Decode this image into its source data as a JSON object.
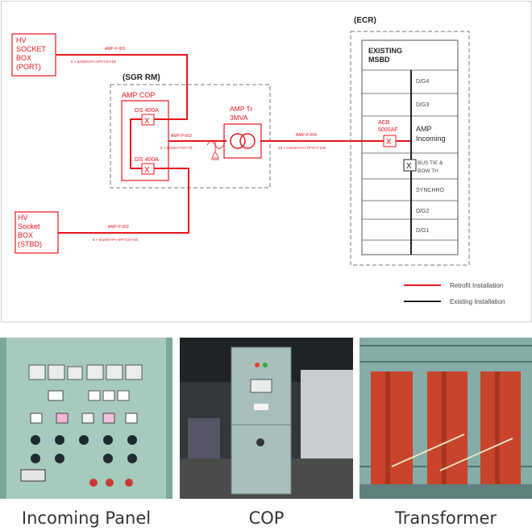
{
  "diagram": {
    "hv_port": [
      "HV",
      "SOCKET",
      "BOX",
      "(PORT)"
    ],
    "hv_stbd": [
      "HV",
      "Socket",
      "BOX",
      "(STBD)"
    ],
    "sgr_rm": "(SGR RM)",
    "ecr": "(ECR)",
    "amp_cop": "AMP COP",
    "ds_top": "DS 400A",
    "ds_bottom": "DS 400A",
    "amp_tr": [
      "AMP Tr",
      "3MVA"
    ],
    "existing_msbd": [
      "EXISTING",
      "MSBD"
    ],
    "acb": [
      "ACB",
      "5000AF"
    ],
    "amp_incoming": [
      "AMP",
      "Incoming"
    ],
    "bus_tie": [
      "BUS TIE &",
      "BOW TH"
    ],
    "panels": {
      "dg4": "D/G4",
      "dg3": "D/G3",
      "synchro": "SYNCHRO",
      "dg2": "D/G2",
      "dg1": "D/G1"
    },
    "x_mark": "X",
    "cables": {
      "c1_id": "AMP-P-001",
      "c1_spec": "6 × 6/10KV-FA-SPYCSY-50",
      "c2_id": "AMP-P-002",
      "c2_spec": "6 × 6/10KV-FA-SPYCSY-50",
      "c3_id": "AMP-P-003",
      "c3_spec": "6 × 6/10KV-FSY-70",
      "c4_id": "AMP-P-004",
      "c4_spec": "16 × 0.6/1KV-FA-TPYCY-120"
    },
    "legend": {
      "retrofit": "Retrofit Installation",
      "existing": "Existing Installation",
      "retrofit_color": "#e8141c",
      "existing_color": "#222222"
    }
  },
  "photos": {
    "incoming_caption": "Incoming Panel",
    "cop_caption": "COP",
    "transformer_caption": "Transformer"
  }
}
